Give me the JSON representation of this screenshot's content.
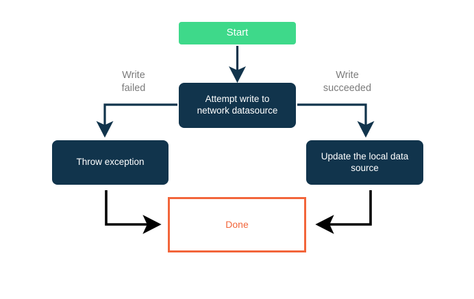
{
  "diagram": {
    "title_visible": false,
    "background_color": "#ffffff",
    "nodes": [
      {
        "id": "start",
        "label": "Start",
        "shape": "rounded-rect",
        "fill": "#3ed98a",
        "text_color": "#ffffff",
        "border": "none"
      },
      {
        "id": "attempt",
        "label": "Attempt write to\nnetwork datasource",
        "shape": "rounded-rect",
        "fill": "#11344c",
        "text_color": "#ffffff",
        "border": "none"
      },
      {
        "id": "throw",
        "label": "Throw exception",
        "shape": "rounded-rect",
        "fill": "#11344c",
        "text_color": "#ffffff",
        "border": "none"
      },
      {
        "id": "update",
        "label": "Update the local data\nsource",
        "shape": "rounded-rect",
        "fill": "#11344c",
        "text_color": "#ffffff",
        "border": "none"
      },
      {
        "id": "done",
        "label": "Done",
        "shape": "rect",
        "fill": "#ffffff",
        "text_color": "#f2653a",
        "border": "#f2653a"
      }
    ],
    "edges": [
      {
        "id": "start-to-attempt",
        "from": "start",
        "to": "attempt",
        "label": "",
        "color": "#11344c"
      },
      {
        "id": "attempt-to-throw",
        "from": "attempt",
        "to": "throw",
        "label": "Write\nfailed",
        "color": "#11344c"
      },
      {
        "id": "attempt-to-update",
        "from": "attempt",
        "to": "update",
        "label": "Write\nsucceeded",
        "color": "#11344c"
      },
      {
        "id": "throw-to-done",
        "from": "throw",
        "to": "done",
        "label": "",
        "color": "#000000"
      },
      {
        "id": "update-to-done",
        "from": "update",
        "to": "done",
        "label": "",
        "color": "#000000"
      }
    ],
    "labels": {
      "write_failed": "Write\nfailed",
      "write_succeeded": "Write\nsucceeded",
      "label_color": "#7b7b7b"
    },
    "node_labels": {
      "start": "Start",
      "attempt_line1": "Attempt write to",
      "attempt_line2": "network datasource",
      "throw": "Throw exception",
      "update_line1": "Update the local data",
      "update_line2": "source",
      "done": "Done"
    },
    "colors": {
      "green": "#3ed98a",
      "navy": "#11344c",
      "orange": "#f2653a",
      "label_gray": "#7b7b7b",
      "black_arrow": "#000000",
      "white": "#ffffff"
    }
  }
}
